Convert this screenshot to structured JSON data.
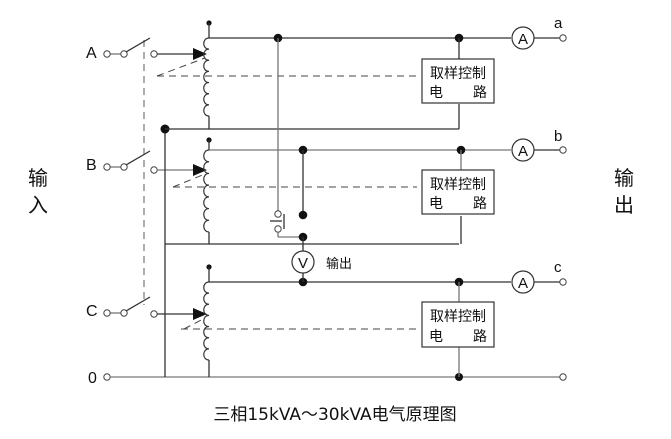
{
  "title": "三相15kVA～30kVA电气原理图",
  "side_labels": {
    "input": [
      "输",
      "入"
    ],
    "output": [
      "输",
      "出"
    ]
  },
  "input_terminals": [
    "A",
    "B",
    "C",
    "0"
  ],
  "output_terminals": [
    "a",
    "b",
    "c"
  ],
  "control_box": {
    "line1": "取样控制",
    "line2_left": "电",
    "line2_right": "路"
  },
  "meters": {
    "ammeter_symbol": "A",
    "voltmeter_symbol": "V",
    "voltmeter_label": "输出"
  },
  "phases": [
    {
      "input": "A",
      "output": "a"
    },
    {
      "input": "B",
      "output": "b"
    },
    {
      "input": "C",
      "output": "c"
    }
  ]
}
